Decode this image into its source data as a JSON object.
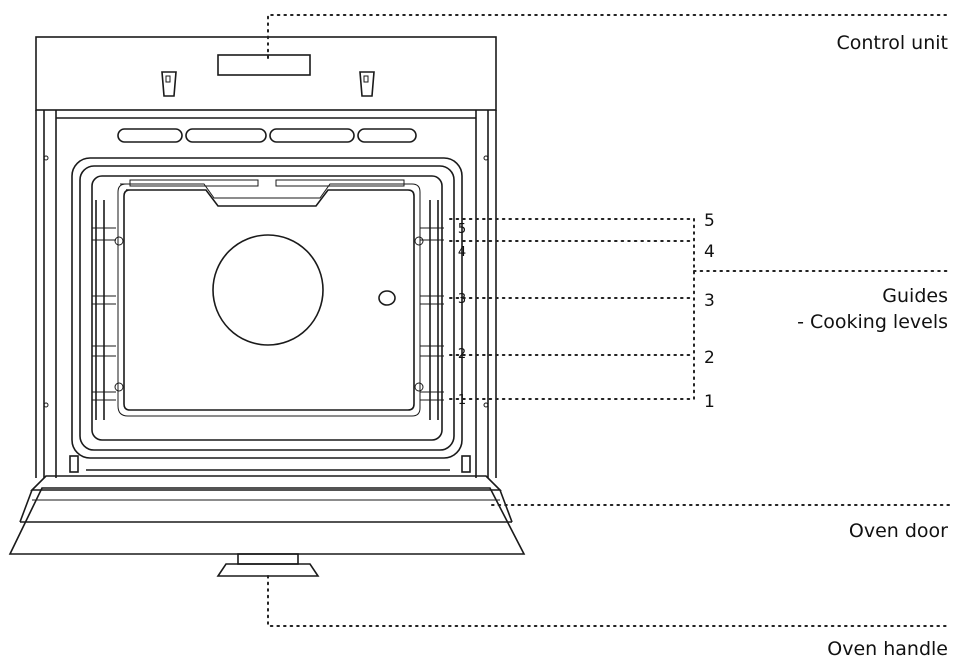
{
  "labels": {
    "control_unit": "Control unit",
    "guides_line1": "Guides",
    "guides_line2": "- Cooking levels",
    "oven_door": "Oven door",
    "oven_handle": "Oven handle"
  },
  "levels": [
    "5",
    "4",
    "3",
    "2",
    "1"
  ]
}
